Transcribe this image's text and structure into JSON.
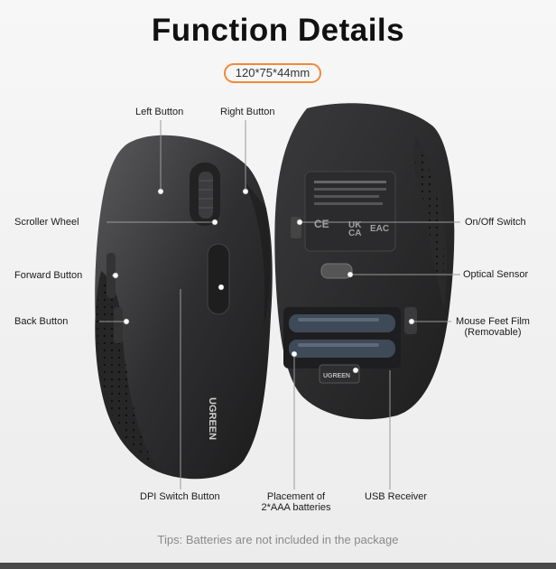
{
  "title": "Function Details",
  "dimensions": "120*75*44mm",
  "labels": {
    "left_button": "Left Button",
    "right_button": "Right Button",
    "scroller_wheel": "Scroller Wheel",
    "forward_button": "Forward Button",
    "back_button": "Back Button",
    "dpi_switch_button": "DPI Switch Button",
    "placement_batteries": "Placement of\n2*AAA batteries",
    "usb_receiver": "USB Receiver",
    "on_off_switch": "On/Off Switch",
    "optical_sensor": "Optical Sensor",
    "mouse_feet_film": "Mouse Feet Film\n(Removable)"
  },
  "brand": "UGREEN",
  "tips": "Tips: Batteries are not included in the package"
}
